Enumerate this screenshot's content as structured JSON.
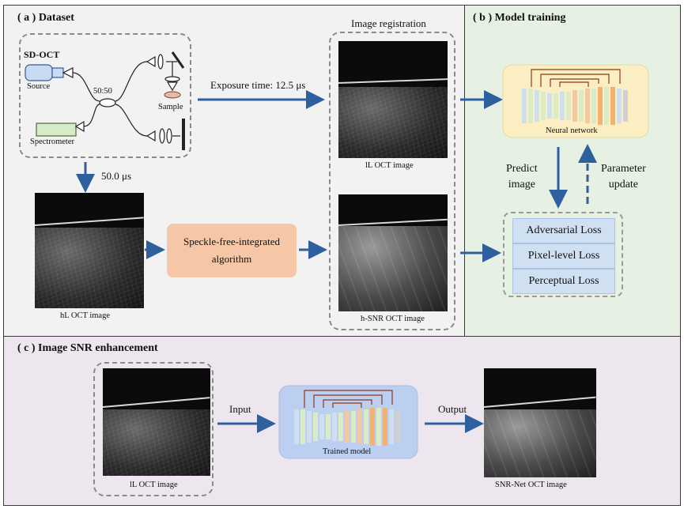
{
  "panels": {
    "a": {
      "title": "( a ) Dataset"
    },
    "b": {
      "title": "( b ) Model training"
    },
    "c": {
      "title": "( c )  Image SNR enhancement"
    }
  },
  "setup": {
    "title": "SD-OCT",
    "source": "Source",
    "coupler": "50:50",
    "sample": "Sample",
    "spectrometer": "Spectrometer"
  },
  "arrows": {
    "exposure": "Exposure time: 12.5 μs",
    "delay": "50.0 μs",
    "predict": "Predict\nimage",
    "update": "Parameter\nupdate",
    "input": "Input",
    "output": "Output"
  },
  "labels": {
    "registration": "Image registration",
    "ll_image": "lL OCT image",
    "hl_image": "hL OCT image",
    "hsnr_image": "h-SNR OCT image",
    "algorithm": "Speckle-free-integrated\nalgorithm",
    "neural_network": "Neural network",
    "trained_model": "Trained model",
    "ll_image_c": "lL OCT image",
    "snrnet_image": "SNR-Net OCT image"
  },
  "losses": [
    "Adversarial Loss",
    "Pixel-level Loss",
    "Perceptual Loss"
  ],
  "colors": {
    "arrow": "#2e5f9e",
    "panel_a_bg": "#f2f2f2",
    "panel_b_bg": "#e6f1e4",
    "panel_c_bg": "#eee6ee",
    "algorithm_box": "#f6c7a6",
    "network_bg": "#fbeec3",
    "trained_bg": "#bccff1",
    "loss_box": "#cfe0f3"
  }
}
